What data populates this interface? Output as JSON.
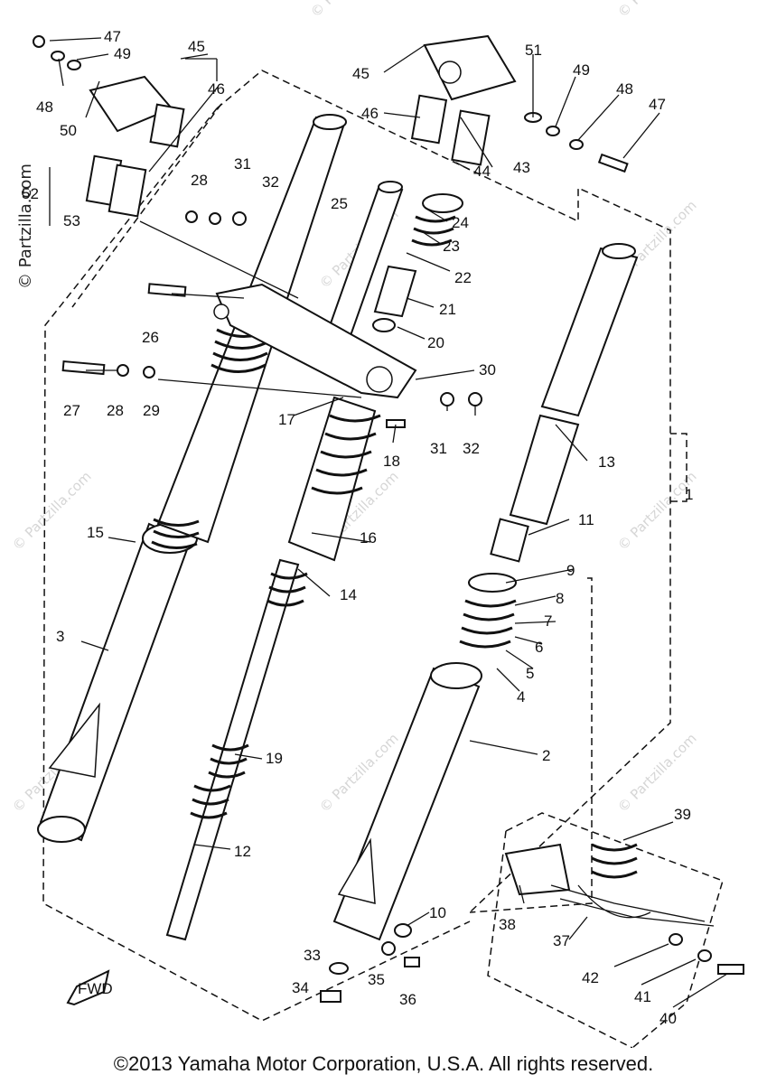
{
  "diagram": {
    "labels": [
      "47",
      "49",
      "48",
      "50",
      "45",
      "46",
      "52",
      "53",
      "28",
      "31",
      "32",
      "25",
      "24",
      "23",
      "22",
      "21",
      "51",
      "49",
      "48",
      "47",
      "43",
      "44",
      "45",
      "46",
      "26",
      "20",
      "27",
      "28",
      "29",
      "30",
      "17",
      "18",
      "31",
      "32",
      "13",
      "1",
      "11",
      "15",
      "16",
      "14",
      "9",
      "8",
      "7",
      "6",
      "5",
      "4",
      "3",
      "2",
      "19",
      "12",
      "10",
      "39",
      "38",
      "37",
      "33",
      "35",
      "36",
      "34",
      "42",
      "41",
      "40"
    ],
    "fwd_label": "FWD",
    "watermark": "© Partzilla.com",
    "side_watermark": "© Partzilla.com"
  },
  "footer": {
    "copyright": "©2013  Yamaha Motor Corporation, U.S.A. All rights reserved."
  }
}
